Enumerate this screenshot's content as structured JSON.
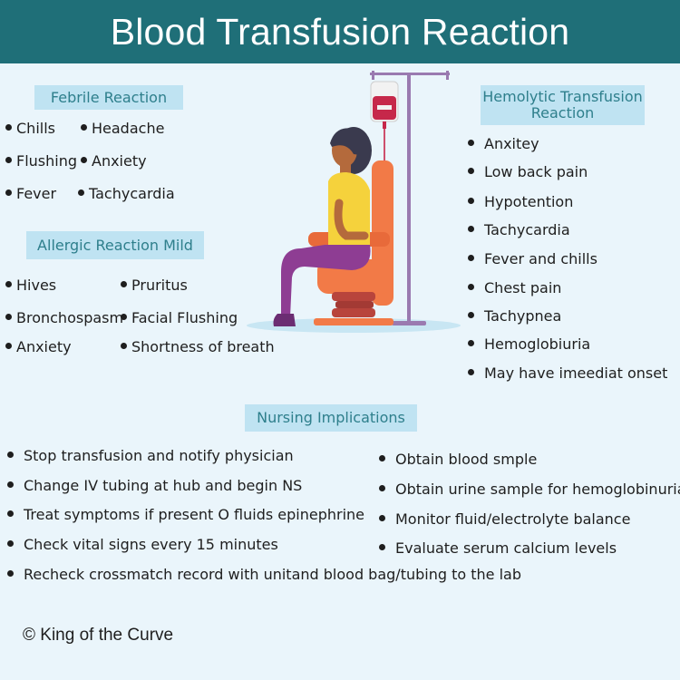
{
  "title": "Blood Transfusion Reaction",
  "febrile": {
    "heading": "Febrile Reaction",
    "items": [
      "Chills",
      "Headache",
      "Flushing",
      "Anxiety",
      "Fever",
      "Tachycardia"
    ]
  },
  "allergic": {
    "heading": "Allergic Reaction Mild",
    "items": [
      "Hives",
      "Pruritus",
      "Bronchospasm",
      "Facial Flushing",
      "Anxiety",
      "Shortness of breath"
    ]
  },
  "hemolytic": {
    "heading_line1": "Hemolytic Transfusion",
    "heading_line2": "Reaction",
    "items": [
      "Anxitey",
      "Low back pain",
      "Hypotention",
      "Tachycardia",
      "Fever and chills",
      "Chest pain",
      "Tachypnea",
      "Hemoglobiuria",
      "May have imeediat onset"
    ]
  },
  "nursing": {
    "heading": "Nursing Implications",
    "left_items": [
      "Stop transfusion and notify physician",
      "Change IV tubing at hub and begin NS",
      "Treat symptoms if present O fluids epinephrine",
      "Check vital signs every 15 minutes",
      "Recheck crossmatch record with unitand blood bag/tubing to the lab"
    ],
    "right_items": [
      "Obtain blood smple",
      "Obtain urine sample for hemoglobinuria",
      "Monitor fluid/electrolyte balance",
      "Evaluate serum calcium levels"
    ]
  },
  "footer": {
    "copyright": "© King of the Curve"
  },
  "colors": {
    "header": "#1f6f78",
    "background": "#eaf5fb",
    "label_box": "#bfe3f2",
    "label_text": "#2e7f8c",
    "chair": "#f27a47",
    "chair_base": "#b8443c",
    "iv_stand": "#9a7ab0",
    "blood": "#c6284a",
    "shirt": "#f5d23c",
    "pants": "#8e3d93",
    "skin": "#b46a3c",
    "hair": "#3a3a4e"
  }
}
